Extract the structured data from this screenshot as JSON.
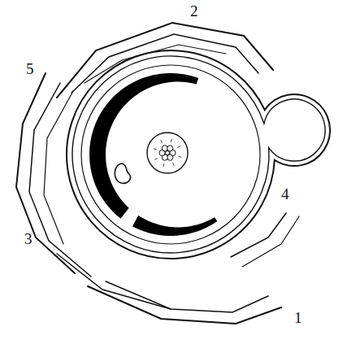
{
  "diagram": {
    "labels": [
      "2",
      "5",
      "4",
      "3",
      "1"
    ]
  }
}
